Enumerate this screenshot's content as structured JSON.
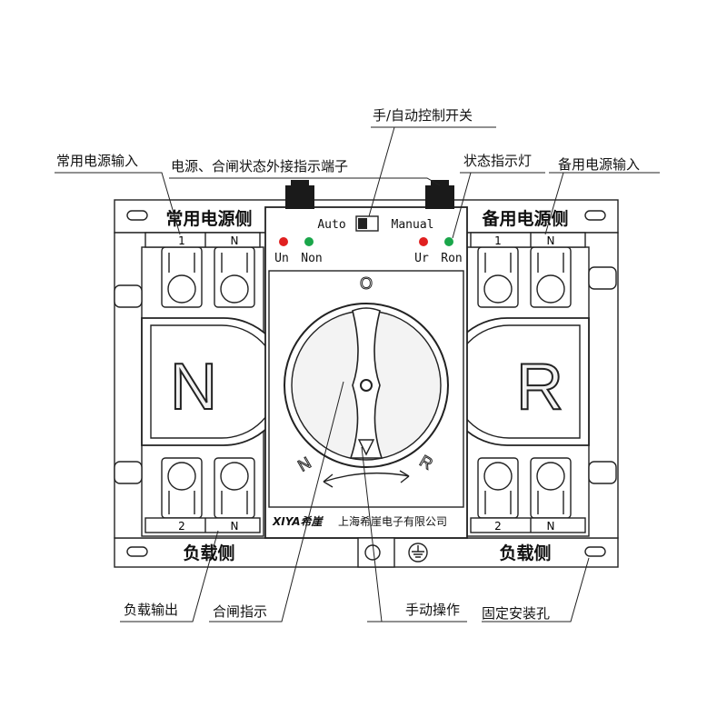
{
  "callouts": {
    "manual_auto_switch": "手/自动控制开关",
    "common_input": "常用电源输入",
    "status_terminal": "电源、合闸状态外接指示端子",
    "status_light": "状态指示灯",
    "backup_input": "备用电源输入",
    "load_output": "负载输出",
    "closing_indicator": "合闸指示",
    "manual_operation": "手动操作",
    "mounting_hole": "固定安装孔"
  },
  "device": {
    "left_side_label": "常用电源侧",
    "right_side_label": "备用电源侧",
    "auto_label": "Auto",
    "manual_label": "Manual",
    "indicators": {
      "un": "Un",
      "non": "Non",
      "ur": "Ur",
      "ron": "Ron"
    },
    "top_terminals_left": [
      "1",
      "N"
    ],
    "top_terminals_right": [
      "1",
      "N"
    ],
    "bottom_terminals_left": [
      "2",
      "N"
    ],
    "bottom_terminals_right": [
      "2",
      "N"
    ],
    "left_letter": "N",
    "right_letter": "R",
    "knob_top_mark": "O",
    "knob_left_mark": "N",
    "knob_right_mark": "R",
    "brand_logo": "XIYA希崖",
    "company_name": "上海希崖电子有限公司",
    "load_side_left": "负载侧",
    "load_side_right": "负载侧"
  },
  "colors": {
    "red_led": "#e02020",
    "green_led": "#1aa64a",
    "terminal_block": "#1a1a1a",
    "line": "#222222",
    "letter_fill": "#f2f2f2"
  }
}
